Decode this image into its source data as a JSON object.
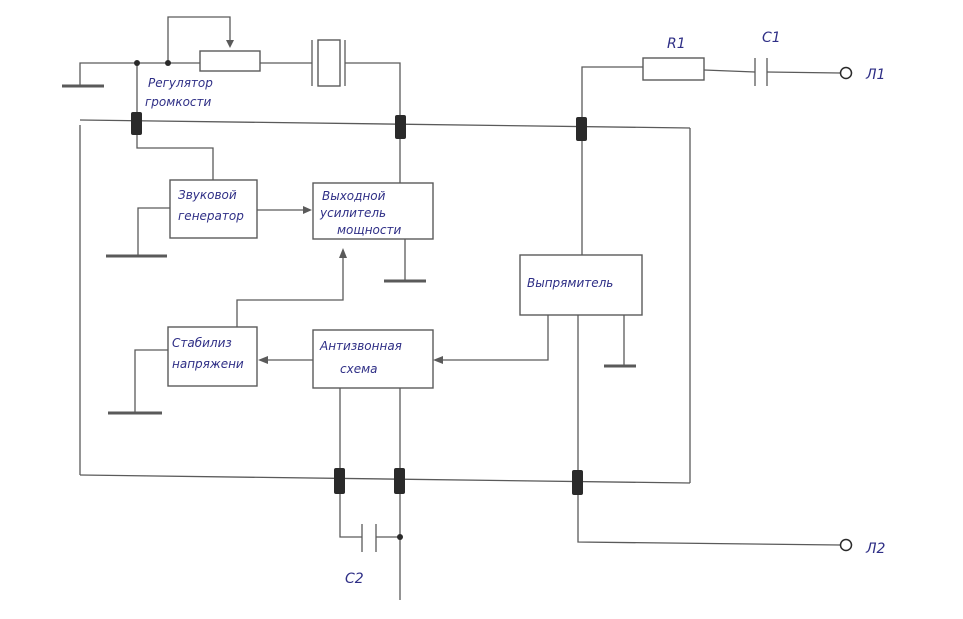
{
  "blocks": {
    "volume_regulator": [
      "Регулятор",
      "громкости"
    ],
    "sound_generator": [
      "Звуковой",
      "генератор"
    ],
    "power_amplifier": [
      "Выходной",
      "усилитель",
      "мощности"
    ],
    "rectifier": [
      "Выпрямитель"
    ],
    "voltage_stabilizer": [
      "Стабилиз",
      "напряжени"
    ],
    "anti_ringing_circuit": [
      "Антизвонная",
      "схема"
    ]
  },
  "components": {
    "r1": "R1",
    "c1": "C1",
    "c2": "C2"
  },
  "terminals": {
    "l1": "Л1",
    "l2": "Л2"
  }
}
